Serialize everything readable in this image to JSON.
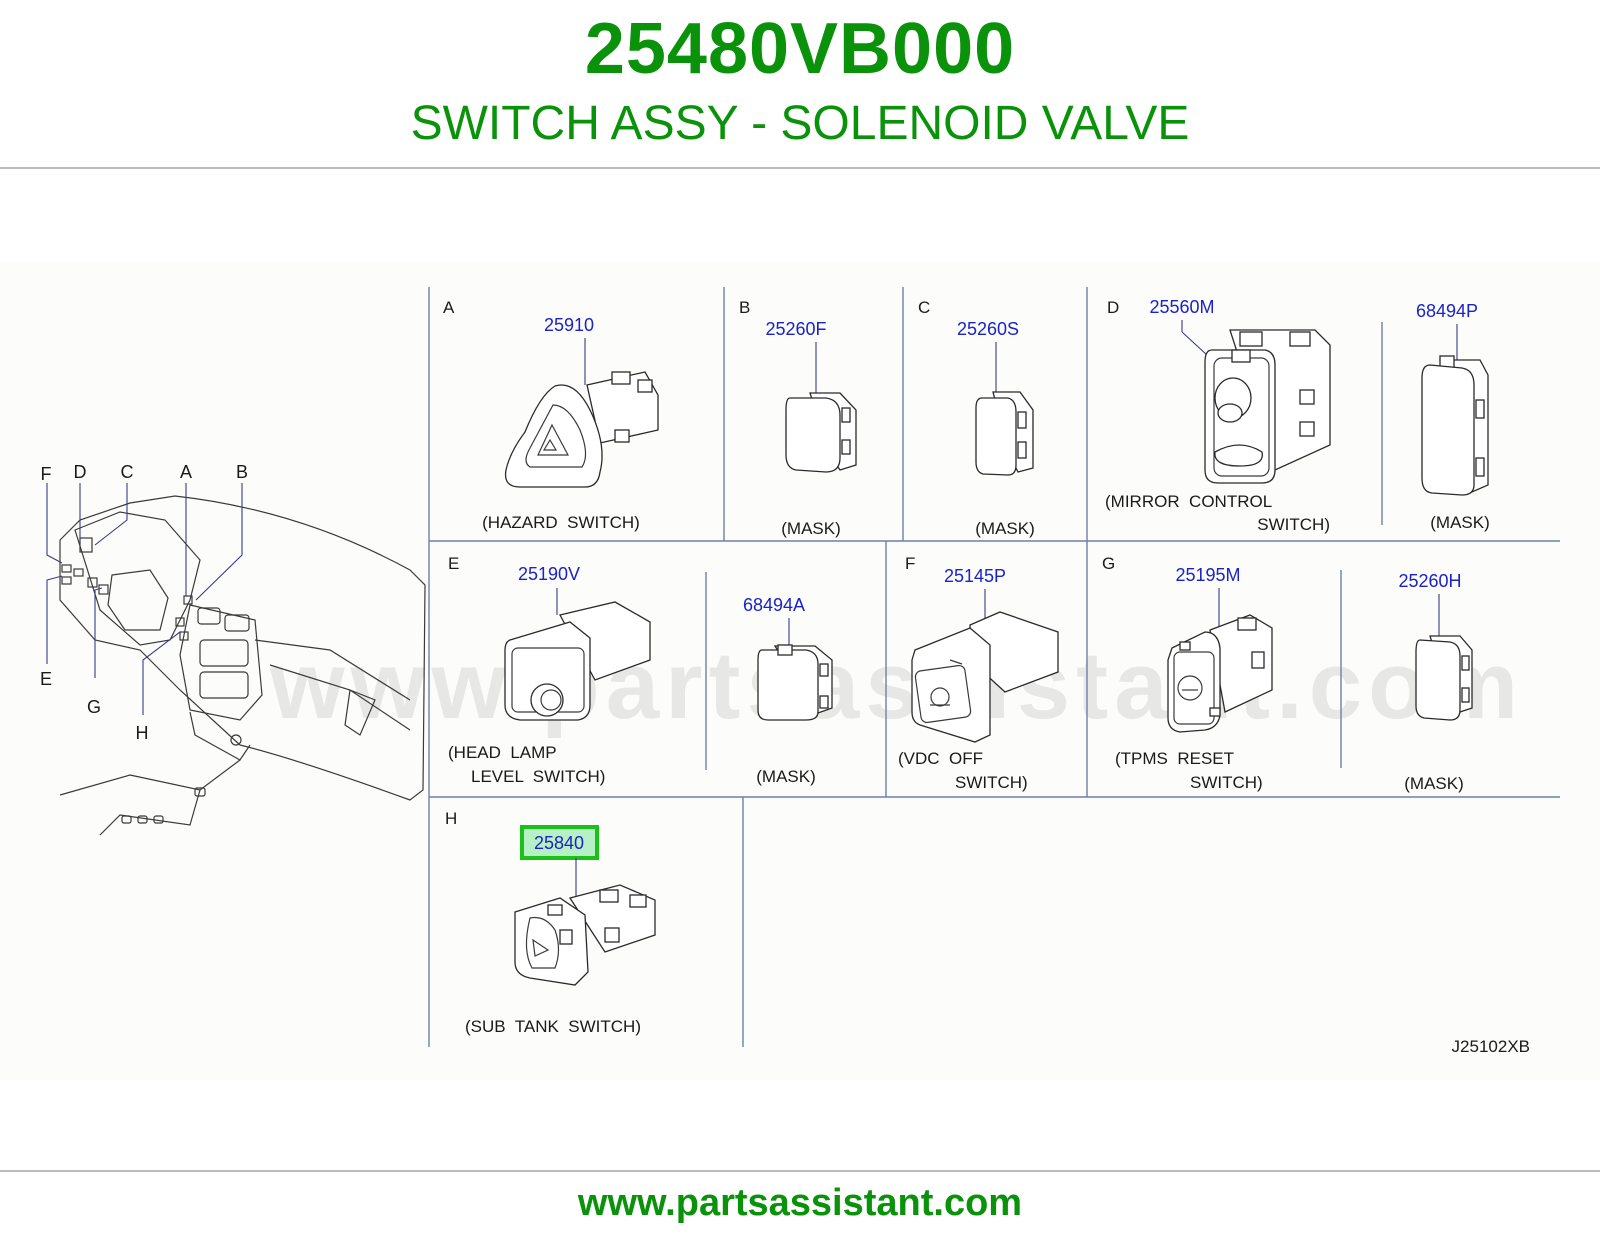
{
  "header": {
    "part_number": "25480VB000",
    "description": "SWITCH ASSY - SOLENOID VALVE"
  },
  "footer": {
    "website": "www.partsassistant.com"
  },
  "watermark": "www.partsassistant.com",
  "diagram": {
    "code": "J25102XB",
    "dash_locator_letters": [
      "F",
      "D",
      "C",
      "A",
      "B",
      "E",
      "G",
      "H"
    ],
    "sections": [
      {
        "letter": "A",
        "parts": [
          {
            "number": "25910",
            "caption": [
              "(HAZARD  SWITCH)"
            ]
          }
        ]
      },
      {
        "letter": "B",
        "parts": [
          {
            "number": "25260F",
            "caption": [
              "(MASK)"
            ]
          }
        ]
      },
      {
        "letter": "C",
        "parts": [
          {
            "number": "25260S",
            "caption": [
              "(MASK)"
            ]
          }
        ]
      },
      {
        "letter": "D",
        "parts": [
          {
            "number": "25560M",
            "caption": [
              "(MIRROR  CONTROL",
              "SWITCH)"
            ]
          },
          {
            "number": "68494P",
            "caption": [
              "(MASK)"
            ]
          }
        ]
      },
      {
        "letter": "E",
        "parts": [
          {
            "number": "25190V",
            "caption": [
              "(HEAD  LAMP",
              "LEVEL  SWITCH)"
            ]
          },
          {
            "number": "68494A",
            "caption": [
              "(MASK)"
            ]
          }
        ]
      },
      {
        "letter": "F",
        "parts": [
          {
            "number": "25145P",
            "caption": [
              "(VDC  OFF",
              "SWITCH)"
            ]
          }
        ]
      },
      {
        "letter": "G",
        "parts": [
          {
            "number": "25195M",
            "caption": [
              "(TPMS  RESET",
              "SWITCH)"
            ]
          },
          {
            "number": "25260H",
            "caption": [
              "(MASK)"
            ]
          }
        ]
      },
      {
        "letter": "H",
        "parts": [
          {
            "number": "25840",
            "caption": [
              "(SUB  TANK  SWITCH)"
            ],
            "highlighted": true
          }
        ]
      }
    ]
  },
  "colors": {
    "brand_green": "#0a930a",
    "part_number_blue": "#1a22c8",
    "highlight_green": "#19c219"
  }
}
